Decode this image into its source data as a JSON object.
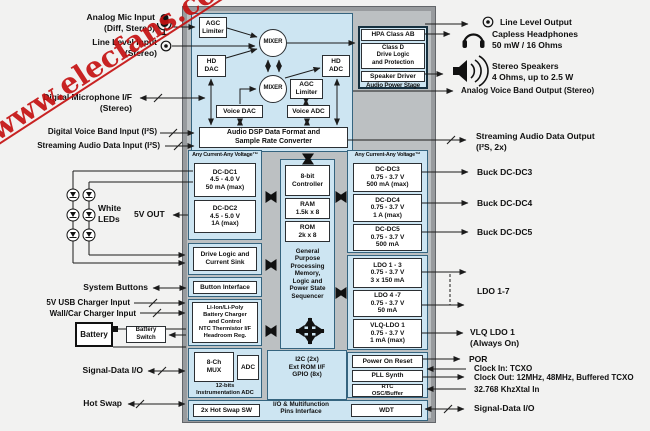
{
  "watermark": "www.elecfans.com",
  "audio": {
    "agc_limiter_1": "AGC\nLimiter",
    "mixer1": "MIXER",
    "hd_dac": "HD\nDAC",
    "mixer2": "MIXER",
    "agc_limiter_2": "AGC\nLimiter",
    "hd_adc": "HD\nADC",
    "voice_dac": "Voice DAC",
    "voice_adc": "Voice ADC",
    "dsp": "Audio DSP Data Format and\nSample Rate Converter"
  },
  "aps": {
    "hpa": "HPA Class AB",
    "class_d": "Class D\nDrive Logic\nand Protection",
    "speaker_driver": "Speaker Driver",
    "label": "Audio Power Stage"
  },
  "left_col": {
    "acav": "Any Current-Any Voltage™",
    "dcdc1": "DC-DC1\n4.5 - 4.0 V\n50 mA (max)",
    "dcdc2": "DC-DC2\n4.5 - 5.0 V\n1A (max)",
    "drive_logic": "Drive Logic and\nCurrent Sink",
    "button_if": "Button Interface",
    "charger": "Li-Ion/Li-Poly\nBattery Charger\nand Control\nNTC Thermistor I/F\nHeadroom Reg.",
    "mux": "8-Ch\nMUX",
    "adc": "ADC",
    "inst_adc": "12-bits\nInstrumentation ADC",
    "hot_swap_sw": "2x Hot Swap SW"
  },
  "center": {
    "controller": "8-bit\nController",
    "ram": "RAM\n1.5k x 8",
    "rom": "ROM\n2k x 8",
    "gp": "General\nPurpose\nProcessing\nMemory,\nLogic and\nPower State\nSequencer",
    "i2c": "I2C (2x)\nExt ROM I/F\nGPIO (8x)",
    "io_mux": "I/O & Multifunction\nPins Interface",
    "wdt": "WDT"
  },
  "right_col": {
    "acav": "Any Current-Any Voltage™",
    "dcdc3": "DC-DC3\n0.75 - 3.7 V\n500 mA (max)",
    "dcdc4": "DC-DC4\n0.75 - 3.7 V\n1 A (max)",
    "dcdc5": "DC-DC5\n0.75 - 3.7 V\n500 mA",
    "ldo13": "LDO 1 - 3\n0.75 - 3.7 V\n3 x 150 mA",
    "ldo47": "LDO 4 -7\n0.75 - 3.7 V\n50 mA",
    "vlq": "VLQ-LDO 1\n0.75 - 3.7 V\n1 mA (max)",
    "por": "Power On Reset",
    "pll": "PLL Synth",
    "rtc": "RTC\nOSC/Buffer"
  },
  "left_labels": {
    "analog_mic": "Analog Mic Input\n(Diff, Stereo)",
    "line_in": "Line Level Input\n(Stereo)",
    "dig_mic": "Digital Microphone I/F\n(Stereo)",
    "dvb_in": "Digital Voice Band Input (I²S)",
    "stream_in": "Streaming Audio Data Input (I²S)",
    "white_leds": "White\nLEDs",
    "v5_out": "5V OUT",
    "sys_buttons": "System Buttons",
    "usb_in": "5V USB Charger Input",
    "wall_in": "Wall/Car Charger Input",
    "battery": "Battery",
    "battery_switch": "Battery\nSwitch",
    "sig_io": "Signal-Data I/O",
    "hot_swap": "Hot Swap"
  },
  "right_labels": {
    "line_out": "Line Level Output",
    "headphones": "Capless Headphones\n50 mW / 16 Ohms",
    "speakers": "Stereo Speakers\n4 Ohms, up to 2.5 W",
    "avb_out": "Analog Voice Band Output (Stereo)",
    "stream_out": "Streaming Audio Data Output\n(I²S, 2x)",
    "buck3": "Buck DC-DC3",
    "buck4": "Buck DC-DC4",
    "buck5": "Buck DC-DC5",
    "ldo17": "LDO 1-7",
    "vlq": "VLQ LDO 1\n(Always On)",
    "por": "POR",
    "clock_in": "Clock In: TCXO",
    "clock_out": "Clock Out: 12MHz, 48MHz, Buffered TCXO",
    "xtal": "32.768 KhzXtal In",
    "sig_io": "Signal-Data I/O"
  },
  "colors": {
    "chip_gray": "#bcc0c2",
    "block_blue": "#cde5f2",
    "watermark_red": "#c51212"
  }
}
